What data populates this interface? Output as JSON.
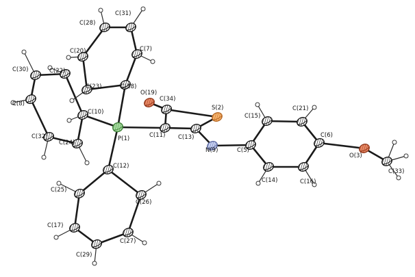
{
  "labels": {
    "P1": "P(1)",
    "C11": "C(11)",
    "C13": "C(13)",
    "N9": "N(9)",
    "S2": "S(2)",
    "C34": "C(34)",
    "O19": "O(19)",
    "C5": "C(5)",
    "C15": "C(15)",
    "C21": "C(21)",
    "C6": "C(6)",
    "C16": "C(16)",
    "C14": "C(14)",
    "O3": "O(3)",
    "C33": "C(33)",
    "C18": "C(18)",
    "C23": "C(23)",
    "C20": "C(20)",
    "C28": "C(28)",
    "C31": "C(31)",
    "C7": "C(7)",
    "C10": "C(10)",
    "C22": "C(22)",
    "C30": "C(30)",
    "C8": "C(8)",
    "C32": "C(32)",
    "C24": "C(24)",
    "C12": "C(12)",
    "C25": "C(25)",
    "C26": "C(26)",
    "C17": "C(17)",
    "C27": "C(27)",
    "C29": "C(29)"
  },
  "colors": {
    "carbon": "#ffffff",
    "hatch": "#222222",
    "phosphorus": "#9fd49a",
    "sulfur": "#f2b06a",
    "nitrogen": "#b9c4e8",
    "oxygen": "#e07a5a",
    "hydrogen": "#ffffff"
  }
}
